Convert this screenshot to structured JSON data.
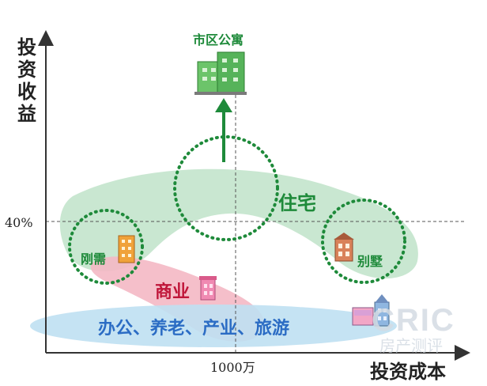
{
  "axes": {
    "y_label_chars": [
      "投",
      "资",
      "收",
      "益"
    ],
    "x_label": "投资成本",
    "y_tick": "40%",
    "x_tick": "1000万"
  },
  "labels": {
    "city_apartment": "市区公寓",
    "residential": "住宅",
    "rigid_demand": "刚需",
    "villa": "别墅",
    "commercial": "商业",
    "other_types": "办公、养老、产业、旅游"
  },
  "watermark": {
    "text": "CRIC",
    "sub_text": "房产测评"
  },
  "colors": {
    "green_dark": "#1e8a3a",
    "green_band": "#bfe3c9",
    "pink_band": "#f4b8c4",
    "blue_band": "#bfe0f2",
    "blue_text": "#2b6cc4",
    "red_text": "#c0163a",
    "axis": "#333333"
  }
}
